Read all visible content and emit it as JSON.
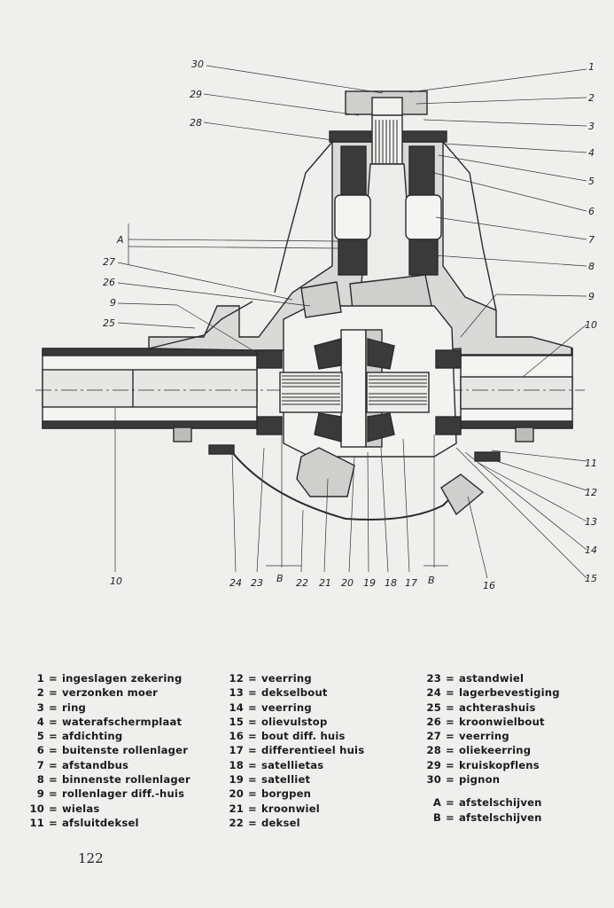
{
  "diagram": {
    "callouts": [
      "1",
      "2",
      "3",
      "4",
      "5",
      "6",
      "7",
      "8",
      "9",
      "10",
      "11",
      "12",
      "13",
      "14",
      "15",
      "16",
      "17",
      "18",
      "19",
      "20",
      "21",
      "22",
      "23",
      "24",
      "25",
      "26",
      "27",
      "28",
      "29",
      "30",
      "A",
      "B"
    ]
  },
  "legend": {
    "col1": [
      {
        "num": "1",
        "text": "ingeslagen zekering"
      },
      {
        "num": "2",
        "text": "verzonken moer"
      },
      {
        "num": "3",
        "text": "ring"
      },
      {
        "num": "4",
        "text": "waterafschermplaat"
      },
      {
        "num": "5",
        "text": "afdichting"
      },
      {
        "num": "6",
        "text": "buitenste rollenlager"
      },
      {
        "num": "7",
        "text": "afstandbus"
      },
      {
        "num": "8",
        "text": "binnenste rollenlager"
      },
      {
        "num": "9",
        "text": "rollenlager diff.-huis"
      },
      {
        "num": "10",
        "text": "wielas"
      },
      {
        "num": "11",
        "text": "afsluitdeksel"
      }
    ],
    "col2": [
      {
        "num": "12",
        "text": "veerring"
      },
      {
        "num": "13",
        "text": "dekselbout"
      },
      {
        "num": "14",
        "text": "veerring"
      },
      {
        "num": "15",
        "text": "olievulstop"
      },
      {
        "num": "16",
        "text": "bout diff. huis"
      },
      {
        "num": "17",
        "text": "differentieel huis"
      },
      {
        "num": "18",
        "text": "satellietas"
      },
      {
        "num": "19",
        "text": "satelliet"
      },
      {
        "num": "20",
        "text": "borgpen"
      },
      {
        "num": "21",
        "text": "kroonwiel"
      },
      {
        "num": "22",
        "text": "deksel"
      }
    ],
    "col3": [
      {
        "num": "23",
        "text": "astandwiel"
      },
      {
        "num": "24",
        "text": "lagerbevestiging"
      },
      {
        "num": "25",
        "text": "achterashuis"
      },
      {
        "num": "26",
        "text": "kroonwielbout"
      },
      {
        "num": "27",
        "text": "veerring"
      },
      {
        "num": "28",
        "text": "oliekeerring"
      },
      {
        "num": "29",
        "text": "kruiskopflens"
      },
      {
        "num": "30",
        "text": "pignon"
      }
    ],
    "col3_letters": [
      {
        "num": "A",
        "text": "afstelschijven"
      },
      {
        "num": "B",
        "text": "afstelschijven"
      }
    ],
    "equals": "="
  },
  "page_number": "122"
}
